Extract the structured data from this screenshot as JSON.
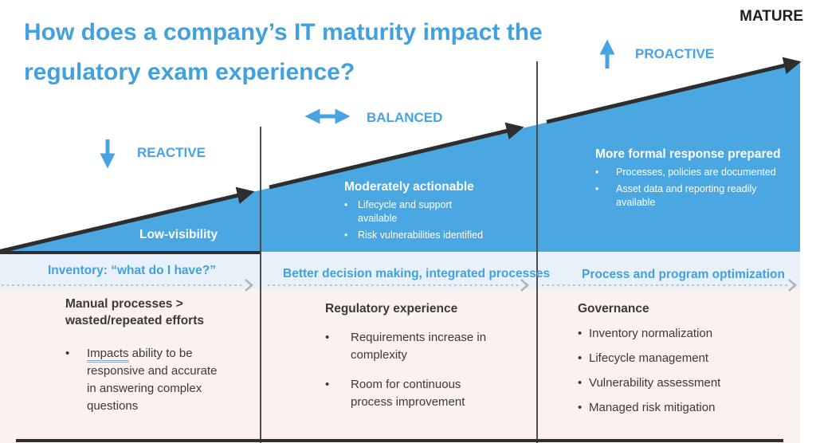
{
  "slide": {
    "title": "How does a company’s IT maturity impact the regulatory exam experience?",
    "corner_label": "MATURE"
  },
  "stages": {
    "reactive": "REACTIVE",
    "balanced": "BALANCED",
    "proactive": "PROACTIVE"
  },
  "wedge": {
    "low_visibility_label": "Low-visibility",
    "moderate": {
      "heading": "Moderately actionable",
      "bullets": [
        "Lifecycle and support\navailable",
        "Risk vulnerabilities identified"
      ]
    },
    "formal": {
      "heading": "More formal response prepared",
      "bullets": [
        "Processes, policies are documented",
        "Asset data and reporting readily available"
      ]
    }
  },
  "band": {
    "inventory": "Inventory: “what do I have?”",
    "decision": "Better decision making, integrated processes",
    "optimization": "Process and program optimization"
  },
  "bottom": {
    "manual": {
      "heading": "Manual processes > wasted/repeated efforts",
      "bullet_lead": "Impacts",
      "bullet_rest": " ability to be responsive and accurate in answering complex questions"
    },
    "regulatory": {
      "heading": "Regulatory experience",
      "bullets": [
        "Requirements increase in complexity",
        "Room for continuous process improvement"
      ]
    },
    "governance": {
      "heading": "Governance",
      "bullets": [
        "Inventory normalization",
        "Lifecycle management",
        "Vulnerability assessment",
        "Managed risk mitigation"
      ]
    }
  },
  "bullet_glyph": "•",
  "colors": {
    "accent_blue": "#41a1df",
    "wedge_blue": "#4ba7e2",
    "pale_band": "#e8f1f9",
    "pink_panel": "#fbf1ee",
    "dark_line": "#2e2e2e",
    "divider_gray": "#4c4c4c",
    "dotted_gray": "#bdbdbd",
    "text_dark": "#3a3a3a"
  }
}
